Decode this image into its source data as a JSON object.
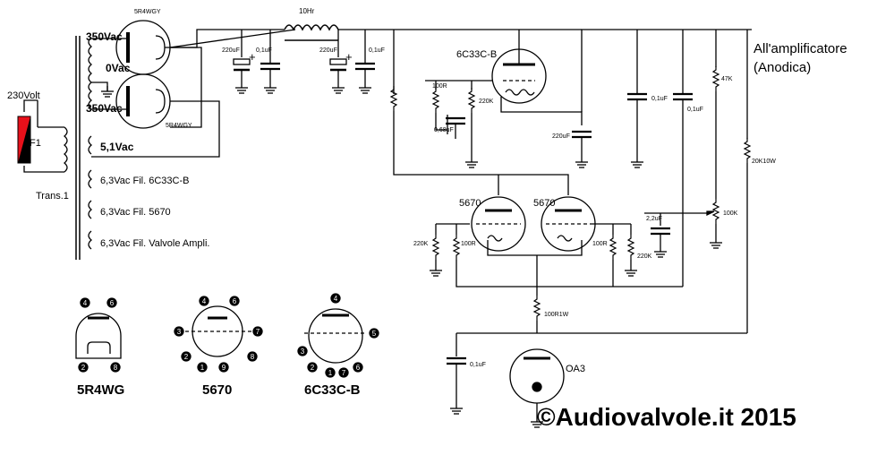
{
  "labels": {
    "transformer": {
      "mains": "230Volt",
      "fuse": "F1",
      "name": "Trans.1",
      "hv_top": "350Vac",
      "ct": "0Vac",
      "hv_bottom": "350Vac",
      "rect_fil": "5,1Vac",
      "fil_6c33": "6,3Vac Fil. 6C33C-B",
      "fil_5670": "6,3Vac Fil. 5670",
      "fil_amp": "6,3Vac Fil. Valvole Ampli."
    },
    "rectifier": {
      "top": "5R4WGY",
      "bottom": "5R4WGY"
    },
    "filter": {
      "choke": "10Hr",
      "c1": "220uF",
      "c2": "0,1uF",
      "c3": "220uF",
      "c4": "0,1uF",
      "plus1": "+",
      "plus2": "+"
    },
    "regulator": {
      "pass_tube": "6C33C-B",
      "r_grid": "100R",
      "c_grid": "0,68uF",
      "r_bias": "220K",
      "c_out": "220uF",
      "tube_a": "5670",
      "tube_b": "5670",
      "r_left_1": "220K",
      "r_left_2": "100R",
      "r_right_1": "100R",
      "r_right_2": "220K",
      "c_cpl": "2,2uF",
      "pot": "100K",
      "r_top": "47K",
      "r_feed": "20K10W",
      "c_out2": "0,1uF",
      "c_out3": "0,1uF",
      "r_ref": "100R1W",
      "c_ref": "0,1uF",
      "ref_tube": "OA3"
    },
    "output": {
      "line1": "All'amplificatore",
      "line2": "(Anodica)"
    }
  },
  "pinouts": [
    {
      "name": "5R4WG",
      "pins": [
        "4",
        "6",
        "2",
        "8"
      ]
    },
    {
      "name": "5670",
      "pins": [
        "4",
        "6",
        "3",
        "7",
        "2",
        "1",
        "9",
        "8"
      ]
    },
    {
      "name": "6C33C-B",
      "pins": [
        "4",
        "3",
        "5",
        "2",
        "1",
        "7",
        "6"
      ]
    }
  ],
  "copyright": "©Audiovalvole.it 2015"
}
